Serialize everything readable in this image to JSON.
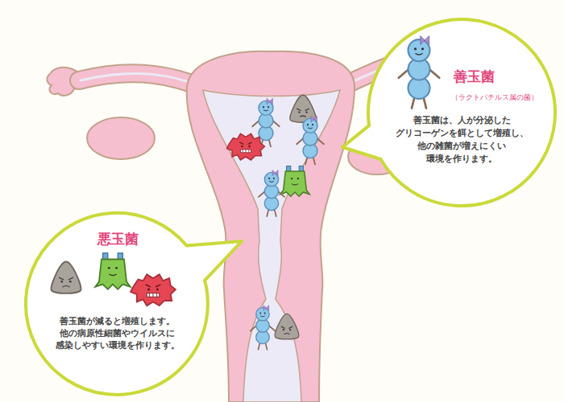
{
  "diagram": {
    "nodes": [
      {
        "text": [
          "善玉菌",
          "（ラクトバチルス属の菌）",
          "善玉菌は、人が分泌した グリコーゲンを餌として増殖し、 他の雑菌が増えにくい 環境を作ります。"
        ]
      },
      {
        "text": [
          "悪玉菌",
          "善玉菌が減ると増殖します。 他の病原性細菌やウイルスに 感染しやすい環境を作ります。"
        ]
      }
    ]
  }
}
